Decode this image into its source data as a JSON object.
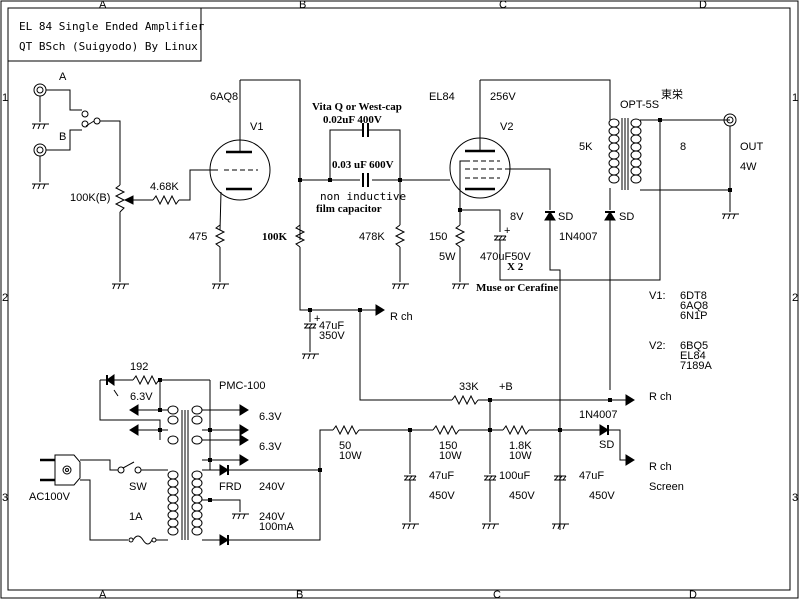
{
  "title_block": {
    "line1": "EL 84 Single Ended Amplifier",
    "line2": "QT BSch (Suigyodo) By Linux"
  },
  "frame": {
    "col_labels": [
      "A",
      "B",
      "C",
      "D"
    ],
    "row_labels": [
      "1",
      "2",
      "3"
    ]
  },
  "input": {
    "jack_a": "A",
    "jack_b": "B",
    "volume": "100K(B)",
    "grid_resistor": "4.68K"
  },
  "v1": {
    "type_label": "6AQ8",
    "ref": "V1",
    "cathode_resistor": "475",
    "plate_resistor": "100K"
  },
  "coupling": {
    "cap1_note": "Vita Q or West-cap",
    "cap1_value": "0.02uF 400V",
    "cap2_value": "0.03 uF 600V",
    "cap_note_line1": "non inductive",
    "cap_note_line2": "film capacitor",
    "grid_leak": "478K"
  },
  "v2": {
    "type_label": "EL84",
    "ref": "V2",
    "plate_voltage": "256V",
    "cathode_voltage": "8V",
    "cathode_resistor": "150",
    "cathode_resistor_power": "5W",
    "cathode_cap": "470uF50V",
    "cathode_cap_qty": "X 2",
    "cathode_cap_note": "Muse or Cerafine",
    "screen_diode": "SD",
    "screen_diode_part": "1N4007",
    "plate_diode": "SD"
  },
  "output": {
    "maker": "東栄",
    "transformer": "OPT-5S",
    "primary": "5K",
    "secondary": "8",
    "out_label": "OUT",
    "power": "4W"
  },
  "decoupling": {
    "cap": "47uF",
    "cap_voltage": "350V",
    "rch_label": "R ch"
  },
  "tube_subs": {
    "v1_label": "V1:",
    "v1_options": [
      "6DT8",
      "6AQ8",
      "6N1P"
    ],
    "v2_label": "V2:",
    "v2_options": [
      "6BQ5",
      "EL84",
      "7189A"
    ]
  },
  "power_supply": {
    "led_resistor": "192",
    "led_voltage": "6.3V",
    "transformer": "PMC-100",
    "heater1": "6.3V",
    "heater2": "6.3V",
    "plug": "AC100V",
    "switch": "SW",
    "fuse": "1A",
    "rectifier": "FRD",
    "hv1": "240V",
    "hv2": "240V",
    "hv2_current": "100mA",
    "r1": "50",
    "r1_power": "10W",
    "c1": "47uF",
    "c1_voltage": "450V",
    "r2": "150",
    "r2_power": "10W",
    "c2": "100uF",
    "c2_voltage": "450V",
    "r3": "1.8K",
    "r3_power": "10W",
    "c3": "47uF",
    "c3_voltage": "450V",
    "r_b": "33K",
    "b_plus": "+B",
    "rch_b": "R ch",
    "screen_diode_part": "1N4007",
    "screen_diode": "SD",
    "rch_screen": "R ch",
    "screen_label": "Screen"
  }
}
